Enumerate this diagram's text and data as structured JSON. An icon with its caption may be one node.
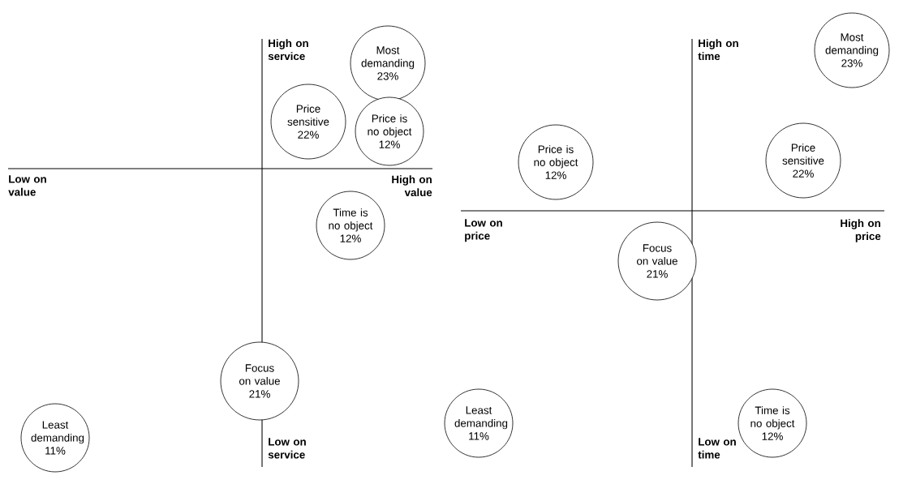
{
  "diagram": {
    "nodes": [
      {
        "text": [
          "Most demanding",
          "23%"
        ]
      },
      {
        "text": [
          "Price sensitive",
          "22%"
        ]
      },
      {
        "text": [
          "Price is no object",
          "12%"
        ]
      },
      {
        "text": [
          "Time is no object",
          "12%"
        ]
      },
      {
        "text": [
          "Focus on value",
          "21%"
        ]
      },
      {
        "text": [
          "Least demanding",
          "11%"
        ]
      },
      {
        "text": [
          "Most demanding",
          "23%"
        ]
      },
      {
        "text": [
          "Price is no object",
          "12%"
        ]
      },
      {
        "text": [
          "Price sensitive",
          "22%"
        ]
      },
      {
        "text": [
          "Focus on value",
          "21%"
        ]
      },
      {
        "text": [
          "Least demanding",
          "11%"
        ]
      },
      {
        "text": [
          "Time is no object",
          "12%"
        ]
      }
    ],
    "labels": [
      "High on service",
      "High on time",
      "Low on value",
      "High on value",
      "Low on price",
      "High on price",
      "Low on service",
      "Low on time"
    ]
  }
}
